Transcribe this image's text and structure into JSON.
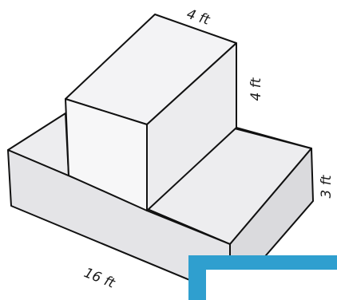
{
  "figure": {
    "labels": {
      "top_depth": "4 ft",
      "top_height": "4 ft",
      "base_height": "3 ft",
      "base_length": "16 ft"
    },
    "colors": {
      "face_light": "#f4f4f5",
      "face_mid": "#e6e6e8",
      "face_dark": "#d9d9dc",
      "edge": "#111111",
      "overlay_blue": "#2f9fcf",
      "overlay_inner": "#ffffff"
    }
  }
}
